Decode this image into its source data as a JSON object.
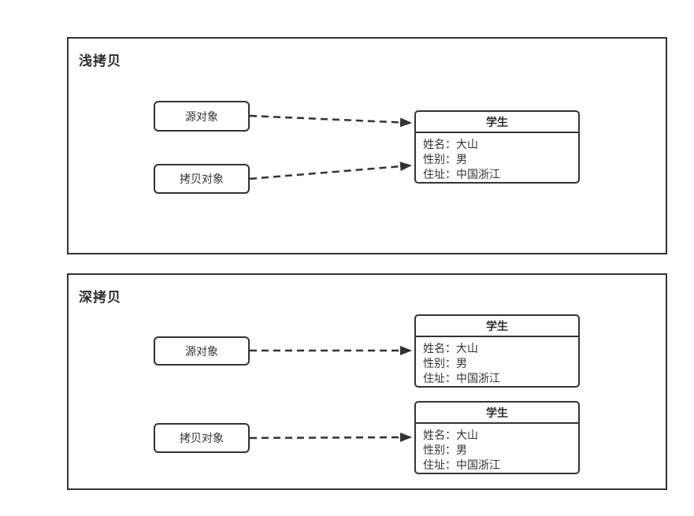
{
  "colors": {
    "stroke": "#333333",
    "text": "#333333",
    "background": "#ffffff"
  },
  "panels": [
    {
      "title": "浅拷贝",
      "source_label": "源对象",
      "copy_label": "拷贝对象",
      "students": [
        {
          "title": "学生",
          "fields": [
            "姓名：大山",
            "性别：男",
            "住址：中国浙江"
          ]
        }
      ]
    },
    {
      "title": "深拷贝",
      "source_label": "源对象",
      "copy_label": "拷贝对象",
      "students": [
        {
          "title": "学生",
          "fields": [
            "姓名：大山",
            "性别：男",
            "住址：中国浙江"
          ]
        },
        {
          "title": "学生",
          "fields": [
            "姓名：大山",
            "性别：男",
            "住址：中国浙江"
          ]
        }
      ]
    }
  ]
}
